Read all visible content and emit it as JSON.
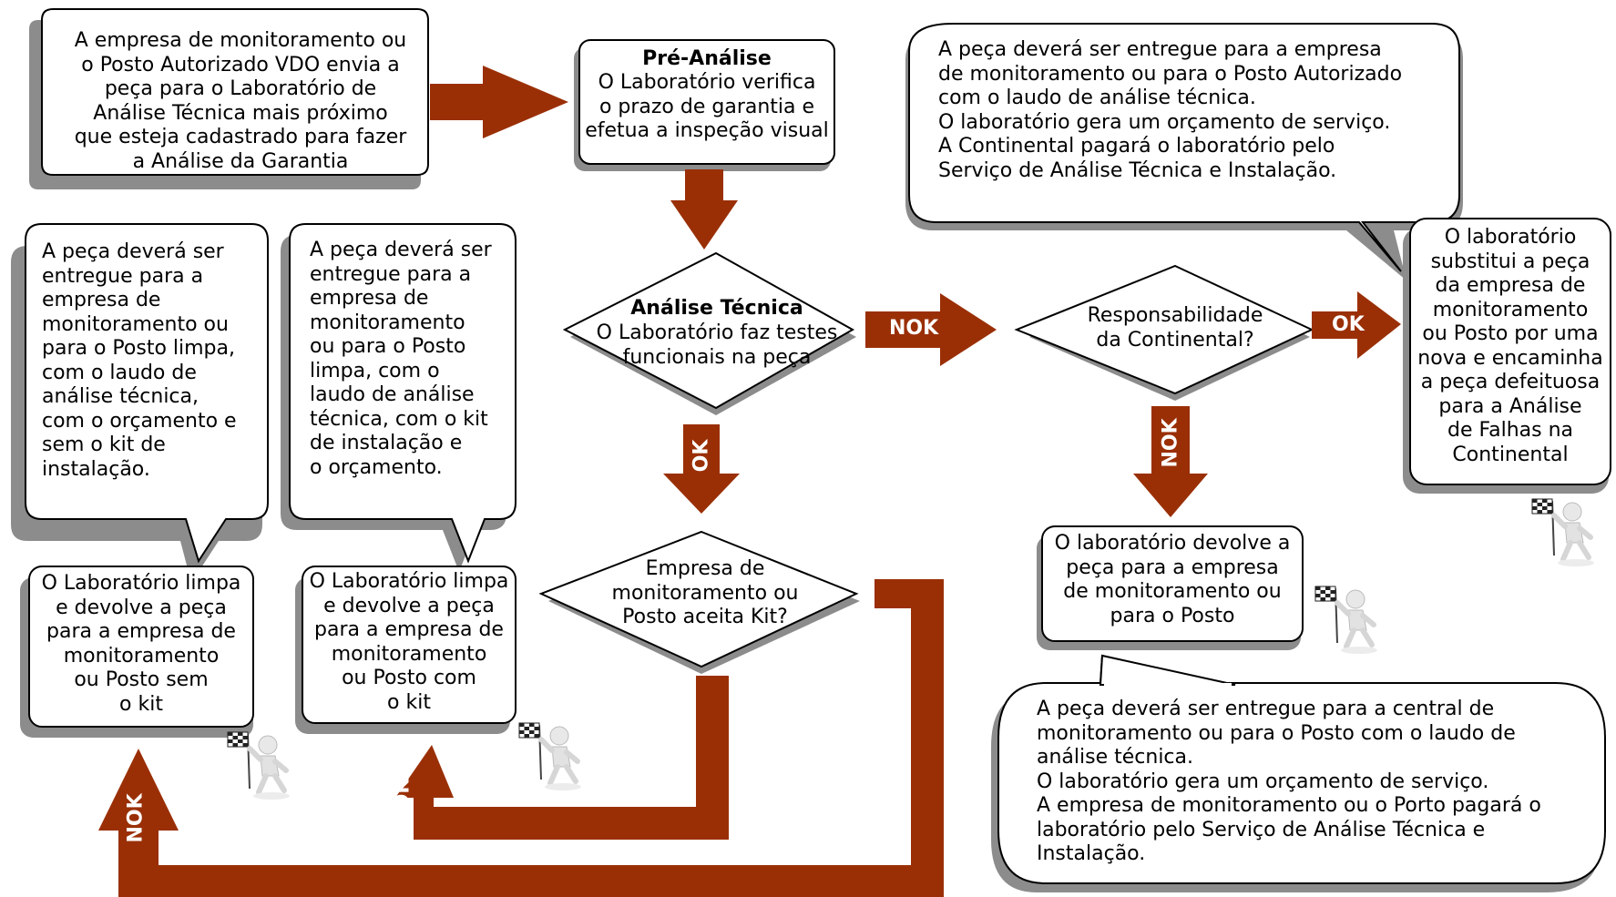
{
  "colors": {
    "arrow": "#9a2f06",
    "box_border": "#000000",
    "shadow": "#8c8c8c",
    "fill": "#ffffff",
    "label": "#ffffff"
  },
  "nodes": {
    "intro_bubble": [
      "A empresa de monitoramento ou",
      "o Posto Autorizado VDO envia a",
      "peça para o Laboratório de",
      "Análise Técnica mais próximo",
      "que esteja cadastrado para fazer",
      "a Análise da Garantia"
    ],
    "pre_analise": {
      "title": "Pré-Análise",
      "lines": [
        "O Laboratório verifica",
        "o prazo de garantia e",
        "efetua a inspeção visual"
      ]
    },
    "analise_tecnica": {
      "title": "Análise Técnica",
      "lines": [
        "O Laboratório faz testes",
        "funcionais na peça"
      ]
    },
    "empresa_aceita": [
      "Empresa de",
      "monitoramento ou",
      "Posto aceita Kit?"
    ],
    "responsabilidade": [
      "Responsabilidade",
      "da Continental?"
    ],
    "substitui": [
      "O laboratório",
      "substitui a peça",
      "da empresa de",
      "monitoramento",
      "ou Posto por uma",
      "nova e encaminha",
      "a peça defeituosa",
      "para a Análise",
      "de Falhas na",
      "Continental"
    ],
    "devolve": [
      "O laboratório devolve a",
      "peça para a empresa",
      "de monitoramento ou",
      "para o Posto"
    ],
    "limpa_sem_kit": [
      "O Laboratório limpa",
      "e devolve a peça",
      "para a empresa de",
      "monitoramento",
      "ou Posto sem",
      "o kit"
    ],
    "limpa_com_kit": [
      "O Laboratório limpa",
      "e devolve a peça",
      "para a empresa de",
      "monitoramento",
      "ou Posto com",
      "o kit"
    ],
    "bubble_sem_kit": [
      "A peça deverá ser",
      "entregue para a",
      "empresa de",
      "monitoramento ou",
      "para o Posto limpa,",
      "com o laudo de",
      "análise técnica,",
      "com o orçamento e",
      "sem o kit de",
      "instalação."
    ],
    "bubble_com_kit": [
      "A peça deverá ser",
      "entregue para a",
      "empresa de",
      "monitoramento",
      "ou para o Posto",
      "limpa, com o",
      "laudo de análise",
      "técnica, com o kit",
      "de instalação e",
      "o orçamento."
    ],
    "bubble_continental": [
      "A peça deverá ser entregue para a empresa",
      "de monitoramento ou para o Posto Autorizado",
      "com o laudo de análise técnica.",
      "O laboratório gera um orçamento de serviço.",
      "A Continental pagará o laboratório pelo",
      "Serviço de Análise Técnica e Instalação."
    ],
    "bubble_central": [
      "A peça deverá ser entregue para a central de",
      "monitoramento ou para o Posto com o laudo de",
      "análise técnica.",
      "O laboratório gera um orçamento de serviço.",
      "A empresa de monitoramento ou o Porto pagará o",
      "laboratório pelo Serviço de Análise Técnica e",
      "Instalação."
    ]
  },
  "arrow_labels": {
    "nok_right": "NOK",
    "ok_right": "OK",
    "ok_down": "OK",
    "nok_down": "NOK",
    "ok_up": "OK",
    "nok_up": "NOK"
  },
  "icons": [
    "finish-flag-runner-icon"
  ]
}
